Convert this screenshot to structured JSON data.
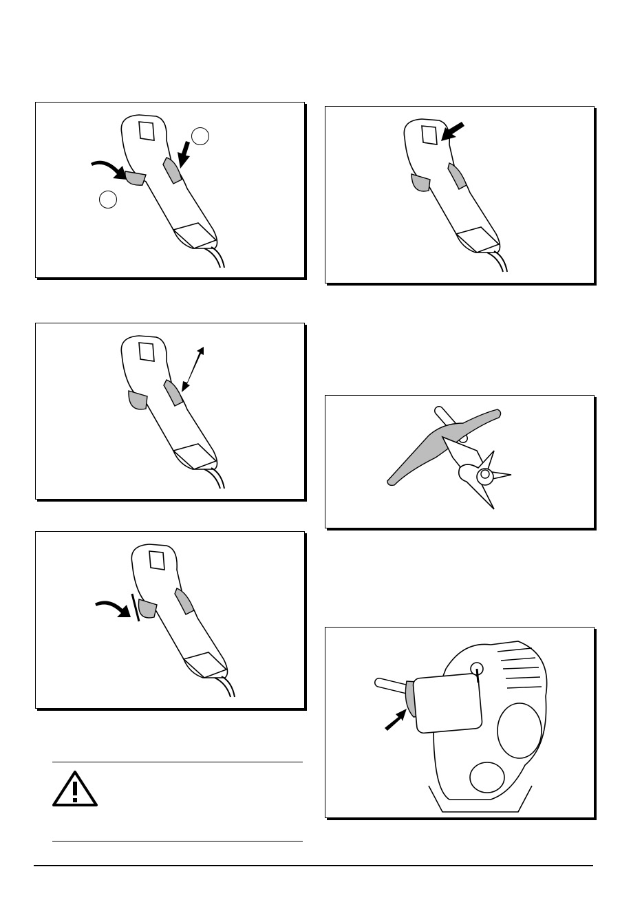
{
  "page": {
    "figures": [
      {
        "id": "fig-handle-two-step-press",
        "icons": [
          "hand-arrow-icon",
          "press-arrow-icon"
        ]
      },
      {
        "id": "fig-handle-thumb-switch",
        "icons": [
          "press-arrow-icon"
        ]
      },
      {
        "id": "fig-handle-trigger-move",
        "icons": [
          "double-arrow-icon"
        ]
      },
      {
        "id": "fig-blade-harness",
        "icons": []
      },
      {
        "id": "fig-handle-release",
        "icons": [
          "hand-arrow-icon"
        ]
      },
      {
        "id": "fig-engine-clutch",
        "icons": [
          "press-arrow-icon"
        ]
      }
    ],
    "warning": {
      "icon": "warning-triangle-icon"
    },
    "colors": {
      "ink": "#000000",
      "shade": "#bdbdbd",
      "paper": "#ffffff"
    }
  }
}
